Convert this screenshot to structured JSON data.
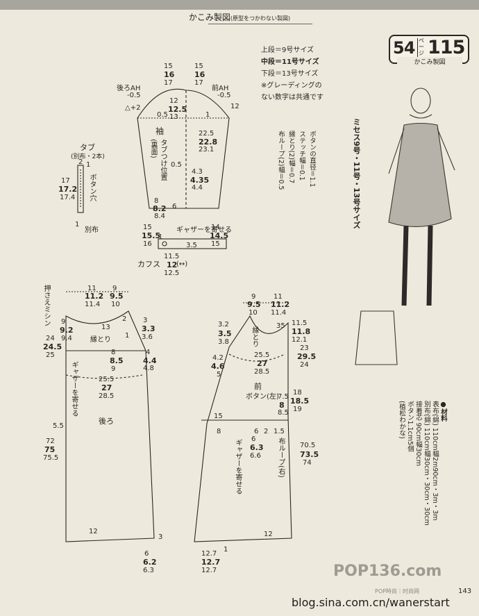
{
  "header": {
    "title": "かこみ製図",
    "subtitle": "(原型をつかわない製図)"
  },
  "page_box": {
    "page_left": "54",
    "unit": "ページ",
    "page_right": "115",
    "label": "かこみ製図"
  },
  "size_legend": [
    "上段＝9号サイズ",
    "中段＝11号サイズ",
    "下段＝13号サイズ",
    "※グレーディングの",
    "ない数字は共通です"
  ],
  "model_sizes": "ミセス9号・11号・13号サイズ",
  "detail_notes": [
    "ボタンの直径＝1.1",
    "ステッチ幅＝0.1",
    "縁とり(2)幅＝0.7",
    "布ループ(2)幅＝0.5"
  ],
  "materials": [
    "●材料",
    "表布(綿) 110cm幅2m90cm・3m・3m",
    "別布(綿) 110cm幅30cm・30cm・30cm",
    "接着芯 90cm幅30cm",
    "ボタン1.1cm5個",
    "(植松わかな)"
  ],
  "sleeve": {
    "name": "袖",
    "tab_pos": "タブつけ位置",
    "back_ah": "後ろAH",
    "front_ah": "前AH",
    "minus": "-0.5",
    "minus2": "-0.5",
    "top_a": [
      "15",
      "16",
      "17"
    ],
    "top_b": [
      "15",
      "16",
      "17"
    ],
    "cap": [
      "12",
      "12.5",
      "13"
    ],
    "width": [
      "22.5",
      "22.8",
      "23.1"
    ],
    "inner": [
      "4.3",
      "4.35",
      "4.4"
    ],
    "hem_left": [
      "8",
      "8.2",
      "8.4"
    ],
    "tab_left": [
      "0.5"
    ],
    "v6": "6",
    "cuff_l": [
      "15",
      "15.5",
      "16"
    ],
    "cuff_r": [
      "14",
      "14.5",
      "15"
    ],
    "gather": "ギャザーを寄せる",
    "ura": "(裏面)",
    "dp2": "△+2",
    "v12": "12",
    "v05": "0.5",
    "l_lbl": "1"
  },
  "tab": {
    "name": "タブ",
    "note": "(別布・2本)",
    "lens": [
      "17",
      "17.2",
      "17.4"
    ],
    "w": "2",
    "button_hole": "ボタン穴",
    "betsu": "別布",
    "r1": "1",
    "ten": "1"
  },
  "cuff": {
    "name": "カフス",
    "w": [
      "11.5",
      "12",
      "12.5"
    ],
    "tag": "(↔)",
    "v35": "3.5",
    "v1": "1"
  },
  "back": {
    "name": "後ろ",
    "stitch": "押さえミシン",
    "top_l": [
      "11",
      "11.2",
      "11.4"
    ],
    "top_r": [
      "9",
      "9.5",
      "10"
    ],
    "neck_l": [
      "9",
      "9.2",
      "9.4"
    ],
    "neck_v": "13",
    "binding": "縁とり",
    "sh_r": [
      "3",
      "3.3",
      "3.6"
    ],
    "arm": [
      "8",
      "8.5",
      "9"
    ],
    "arm_r": [
      "4",
      "4.4",
      "4.8"
    ],
    "side_l": [
      "24",
      "24.5",
      "25"
    ],
    "yoke": [
      "25.5",
      "27",
      "28.5"
    ],
    "gather": "ギャザーを寄せる",
    "len": [
      "72",
      "75",
      "75.5"
    ],
    "v55": "5.5",
    "hem": "12",
    "v3": "3",
    "hem_r": [
      "6",
      "6.2",
      "6.3"
    ],
    "v2": "2",
    "v1": "1"
  },
  "front": {
    "name": "前",
    "button": "ボタン(左)",
    "top_l": [
      "9",
      "9.5",
      "10"
    ],
    "top_r": [
      "11",
      "11.2",
      "11.4"
    ],
    "sh_l": [
      "3.2",
      "3.5",
      "3.8"
    ],
    "neck_v": "35",
    "binding": "縁とり",
    "arm_l": [
      "4.2",
      "4.6",
      "5"
    ],
    "yoke": [
      "25.5",
      "27",
      "28.5"
    ],
    "neck_r": [
      "11.5",
      "11.8",
      "12.1"
    ],
    "side_r": [
      "23",
      "29.5",
      "24"
    ],
    "btn_r": [
      "7.5",
      "8",
      "8.5"
    ],
    "len_r": [
      "18",
      "18.5",
      "19"
    ],
    "v15": "15",
    "v8": "8",
    "v6": "6",
    "v2": "2",
    "v15b": "1.5",
    "pocket": [
      "6",
      "6.3",
      "6.6"
    ],
    "gather": "ギャザーを寄せる",
    "loop": "布ループ(右)",
    "len": [
      "70.5",
      "73.5",
      "74"
    ],
    "hem": "12",
    "bot": [
      "12.7",
      "12.7",
      "12.7"
    ],
    "v1": "1"
  },
  "watermark": {
    "logo": "POP136.com",
    "sub": "POP時尚｜时尚网"
  },
  "blog_url": "blog.sina.com.cn/wanerstart",
  "page_number": "143"
}
